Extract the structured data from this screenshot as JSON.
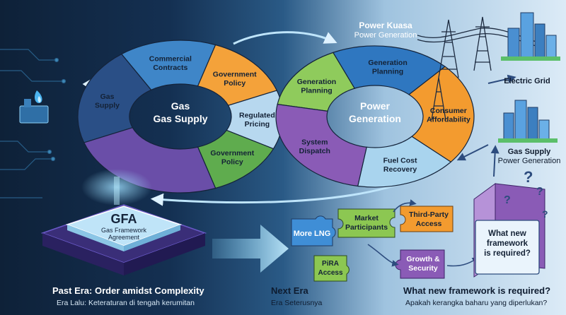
{
  "gas_ring": {
    "center_line1": "Gas",
    "center_line2": "Gas Supply",
    "segments": [
      {
        "line1": "Gas",
        "line2": "Supply",
        "color": "#2a4f86"
      },
      {
        "line1": "Commercial",
        "line2": "Contracts",
        "color": "#3f86c8"
      },
      {
        "line1": "Government",
        "line2": "Policy",
        "color": "#f4a23a"
      },
      {
        "line1": "Regulated",
        "line2": "Pricing",
        "color": "#b7d8ef"
      },
      {
        "line1": "Government",
        "line2": "Policy",
        "color": "#5fac4e"
      },
      {
        "line1": "",
        "line2": "",
        "color": "#6a4ea8"
      }
    ]
  },
  "power_ring": {
    "center_line1": "Power",
    "center_line2": "Generation",
    "segments": [
      {
        "line1": "Generation",
        "line2": "Planning",
        "color": "#8fcb5c"
      },
      {
        "line1": "Generation",
        "line2": "Planning",
        "color": "#2f77c0"
      },
      {
        "line1": "Consumer",
        "line2": "Affordability",
        "color": "#f39b2f"
      },
      {
        "line1": "Fuel Cost",
        "line2": "Recovery",
        "color": "#a9d4ee"
      },
      {
        "line1": "System",
        "line2": "Dispatch",
        "color": "#8a5bb6"
      }
    ]
  },
  "header": {
    "title": "Power Kuasa",
    "subtitle": "Power Generation"
  },
  "right_icons": {
    "electric_grid": "Electric Grid",
    "gas_supply": "Gas Supply",
    "power_generation": "Power Generation"
  },
  "gfa": {
    "title": "GFA",
    "line1": "Gas Framework",
    "line2": "Agreement"
  },
  "puzzle_pieces": {
    "more_lng": "More LNG",
    "market_line1": "Market",
    "market_line2": "Participants",
    "third_line1": "Third-Party",
    "third_line2": "Access",
    "pira_line1": "PiRA",
    "pira_line2": "Access",
    "growth_line1": "Growth &",
    "growth_line2": "Security"
  },
  "framework_box": {
    "line1": "What new",
    "line2": "framework",
    "line3": "is required?"
  },
  "captions": {
    "past_title": "Past Era: Order amidst Complexity",
    "past_sub": "Era Lalu: Keteraturan di tengah kerumitan",
    "next_title": "Next Era",
    "next_sub": "Era Seterusnya",
    "question_title": "What new framework is required?",
    "question_sub": "Apakah kerangka baharu yang diperlukan?"
  }
}
